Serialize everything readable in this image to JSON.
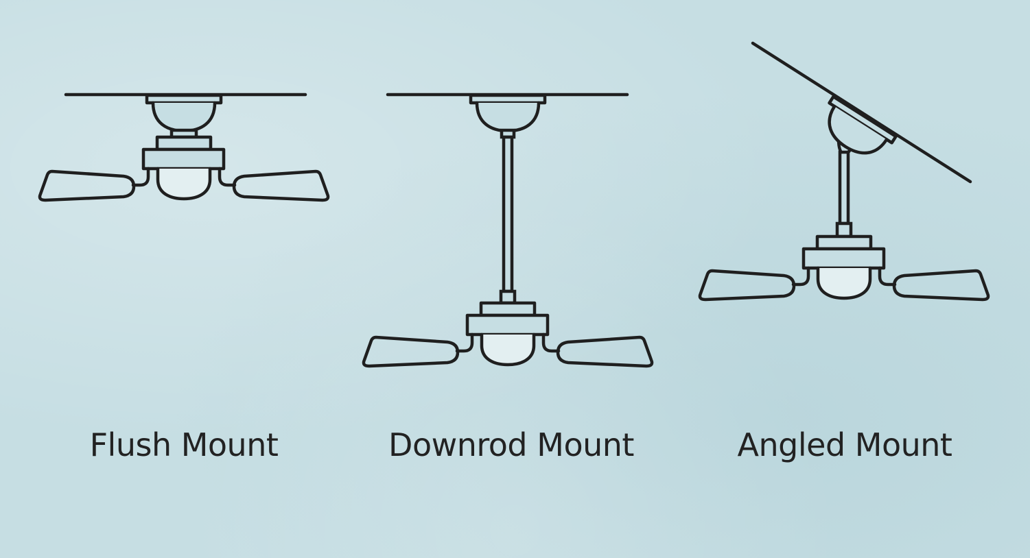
{
  "colors": {
    "background": "#c6dee3",
    "stroke": "#1f1f1f",
    "light": "#e3eff1"
  },
  "mounts": [
    {
      "label": "Flush Mount"
    },
    {
      "label": "Downrod Mount"
    },
    {
      "label": "Angled Mount"
    }
  ]
}
